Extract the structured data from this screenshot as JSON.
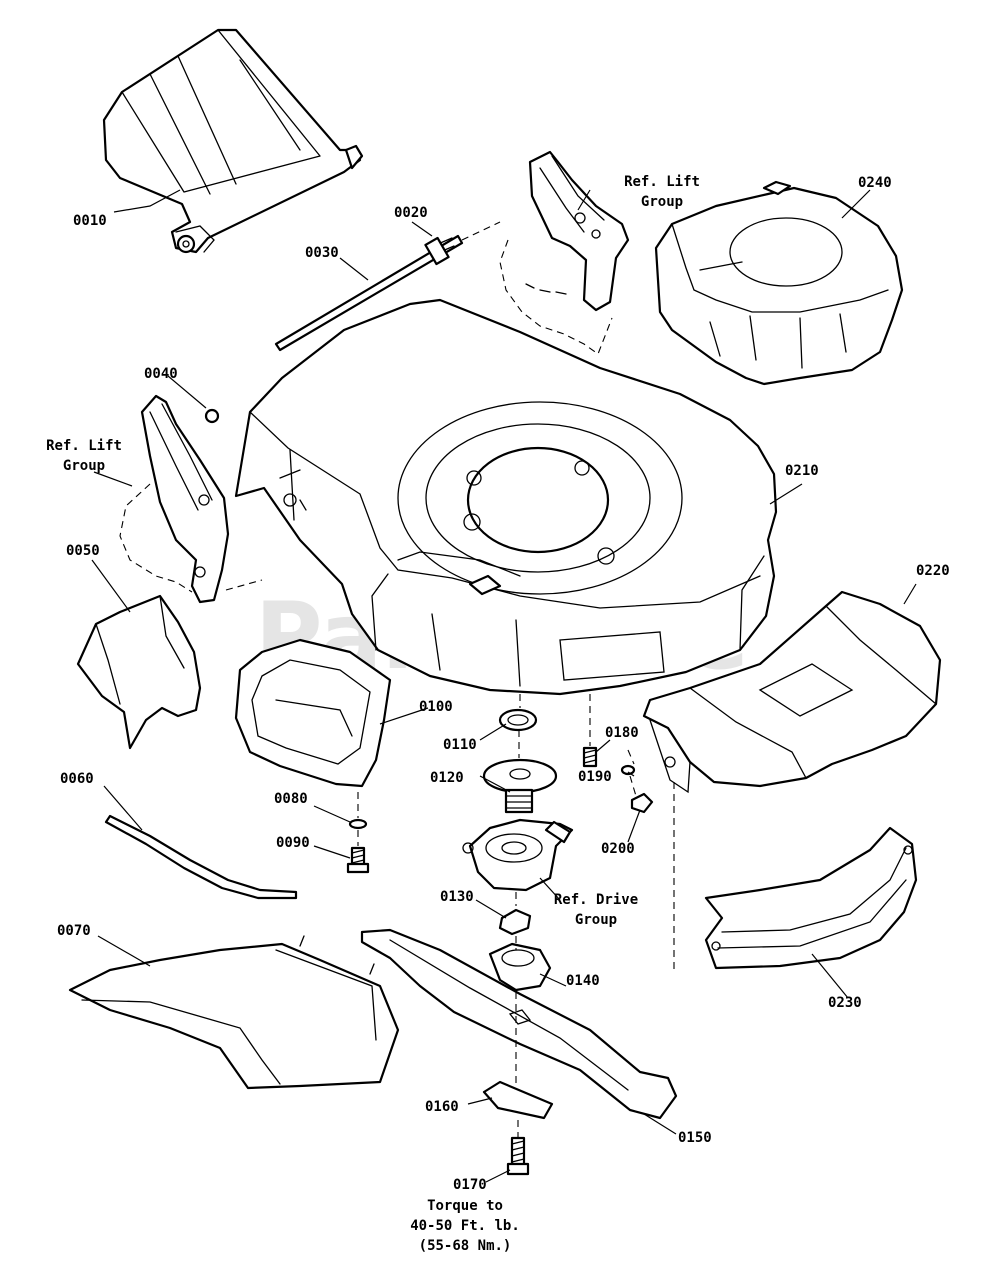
{
  "watermark": {
    "text": "PartsTree",
    "trademark": "TM"
  },
  "part_labels": [
    {
      "id": "p0010",
      "text": "0010"
    },
    {
      "id": "p0020",
      "text": "0020"
    },
    {
      "id": "p0030",
      "text": "0030"
    },
    {
      "id": "p0040",
      "text": "0040"
    },
    {
      "id": "p0050",
      "text": "0050"
    },
    {
      "id": "p0060",
      "text": "0060"
    },
    {
      "id": "p0070",
      "text": "0070"
    },
    {
      "id": "p0080",
      "text": "0080"
    },
    {
      "id": "p0090",
      "text": "0090"
    },
    {
      "id": "p0100",
      "text": "0100"
    },
    {
      "id": "p0110",
      "text": "0110"
    },
    {
      "id": "p0120",
      "text": "0120"
    },
    {
      "id": "p0130",
      "text": "0130"
    },
    {
      "id": "p0140",
      "text": "0140"
    },
    {
      "id": "p0150",
      "text": "0150"
    },
    {
      "id": "p0160",
      "text": "0160"
    },
    {
      "id": "p0170",
      "text": "0170"
    },
    {
      "id": "p0180",
      "text": "0180"
    },
    {
      "id": "p0190",
      "text": "0190"
    },
    {
      "id": "p0200",
      "text": "0200"
    },
    {
      "id": "p0210",
      "text": "0210"
    },
    {
      "id": "p0220",
      "text": "0220"
    },
    {
      "id": "p0230",
      "text": "0230"
    },
    {
      "id": "p0240",
      "text": "0240"
    }
  ],
  "references": {
    "lift_group_right": [
      "Ref. Lift",
      "Group"
    ],
    "lift_group_left": [
      "Ref. Lift",
      "Group"
    ],
    "drive_group": [
      "Ref. Drive",
      "Group"
    ]
  },
  "torque_note": [
    "Torque to",
    "40-50 Ft. lb.",
    "(55-68 Nm.)"
  ]
}
